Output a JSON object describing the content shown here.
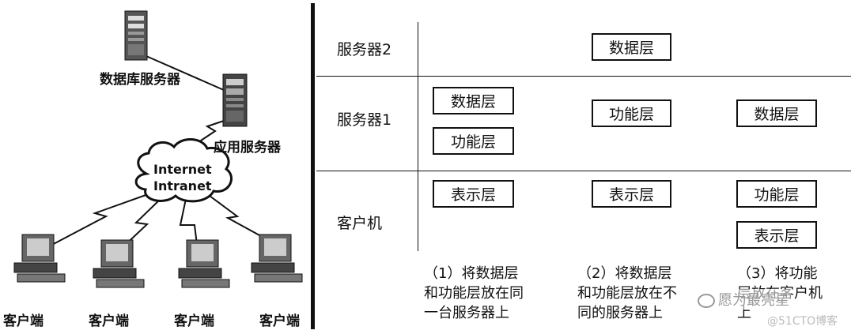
{
  "left": {
    "db_server": "数据库服务器",
    "app_server": "应用服务器",
    "cloud_line1": "Internet",
    "cloud_line2": "Intranet",
    "clients": [
      "客户端",
      "客户端",
      "客户端",
      "客户端"
    ]
  },
  "right": {
    "rows": [
      "服务器2",
      "服务器1",
      "客户机"
    ],
    "layers": {
      "data": "数据层",
      "function": "功能层",
      "presentation": "表示层"
    },
    "captions": [
      [
        "（1）将数据层",
        "和功能层放在同",
        "一台服务器上"
      ],
      [
        "（2）将数据层",
        "和功能层放在不",
        "同的服务器上"
      ],
      [
        "（3）将功能",
        "层放在客户机",
        "上"
      ]
    ]
  },
  "watermark": {
    "name": "愿为最亮星",
    "site": "@51CTO博客"
  }
}
